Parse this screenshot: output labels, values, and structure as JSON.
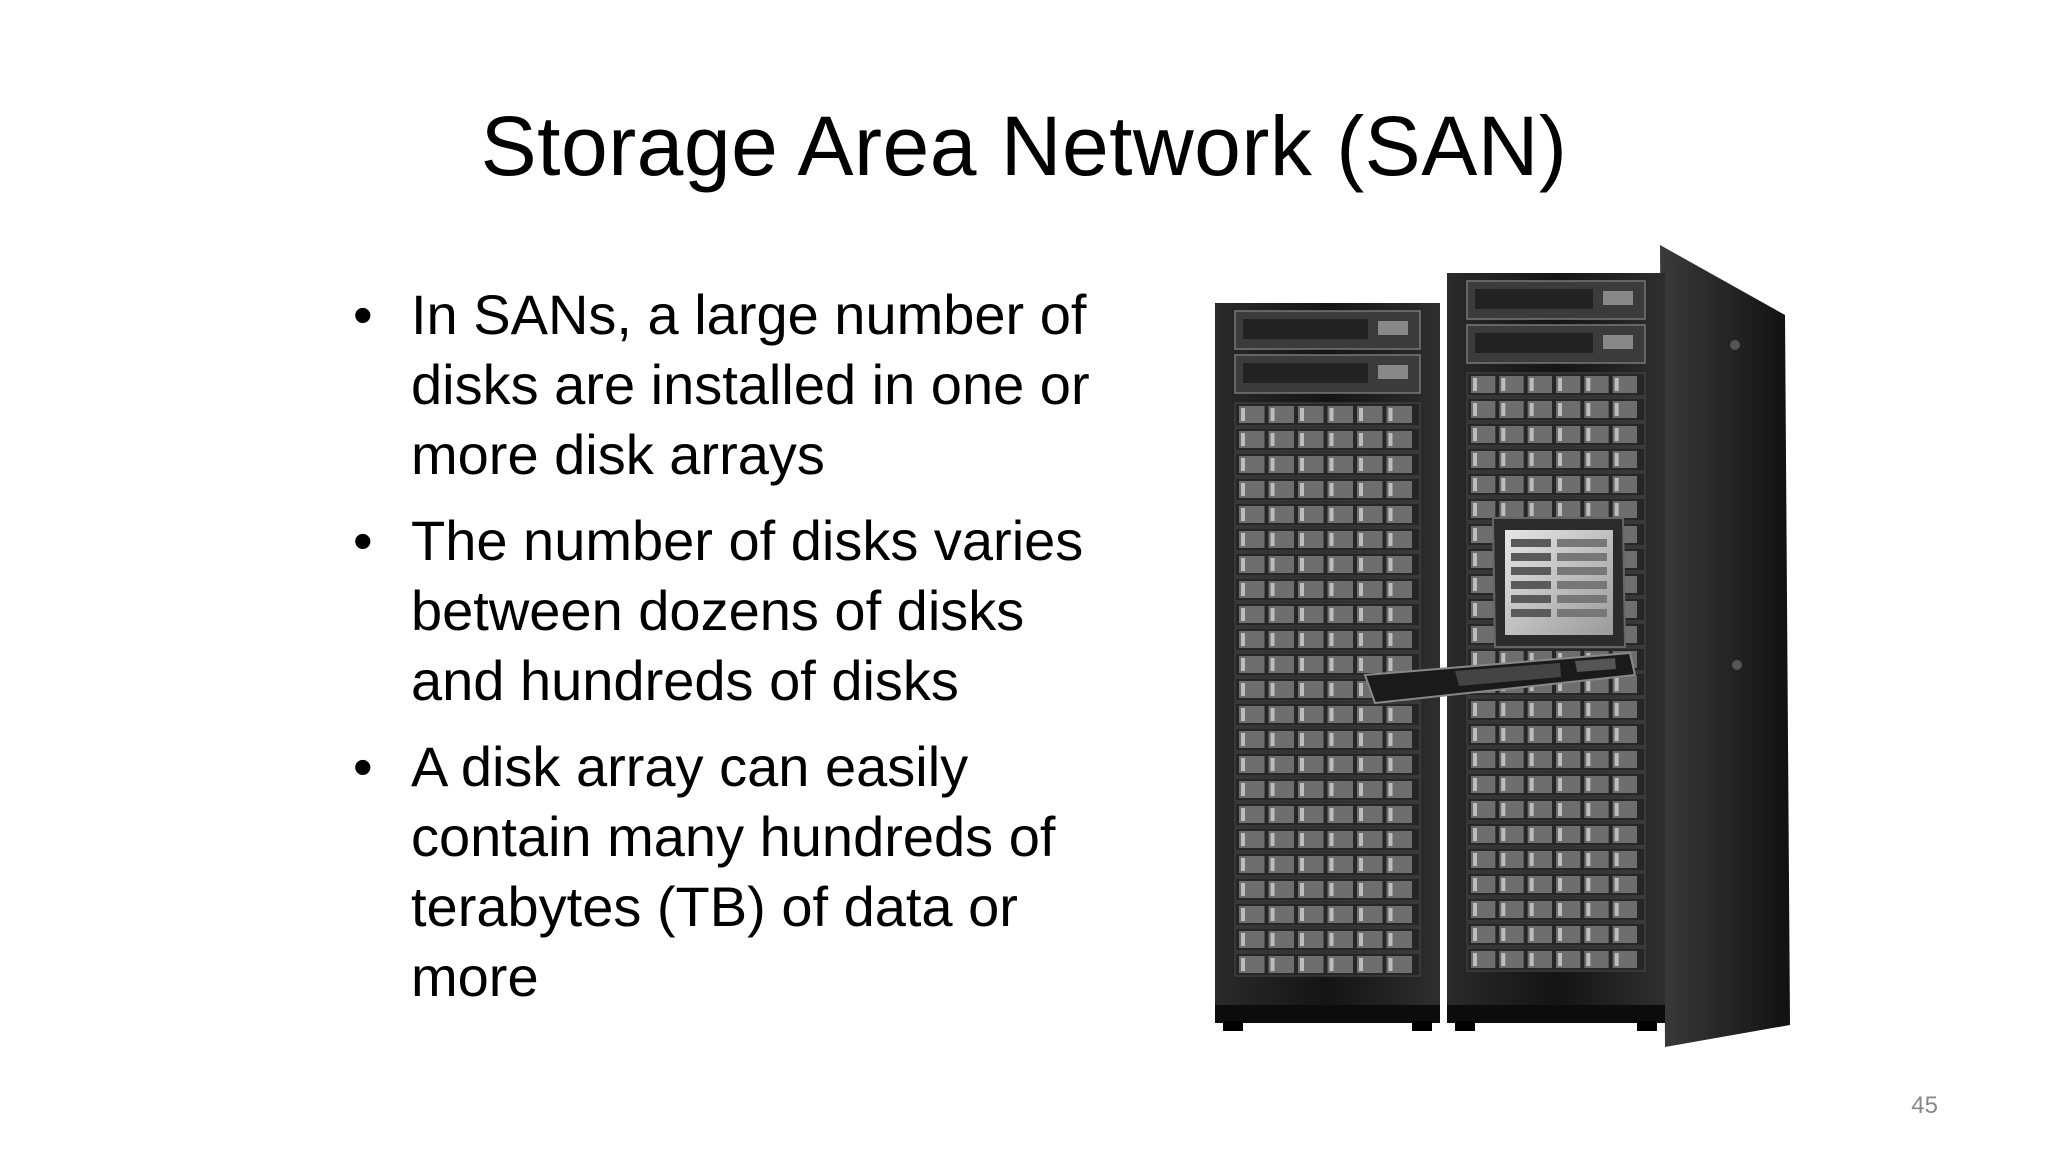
{
  "slide": {
    "title": "Storage Area Network (SAN)",
    "bullets": [
      "In SANs, a large number of disks are installed in one or more disk arrays",
      "The number of disks varies between dozens of disks and hundreds of disks",
      "A disk array can easily contain many hundreds of terabytes (TB) of data or more"
    ],
    "bullet_glyph": "•",
    "page_number": "45"
  },
  "image": {
    "icon": "server-rack-icon",
    "description_colors": {
      "cabinet": "#1b1b1b",
      "drive": "#6e6e6e",
      "highlight": "#bdbdbd"
    }
  }
}
